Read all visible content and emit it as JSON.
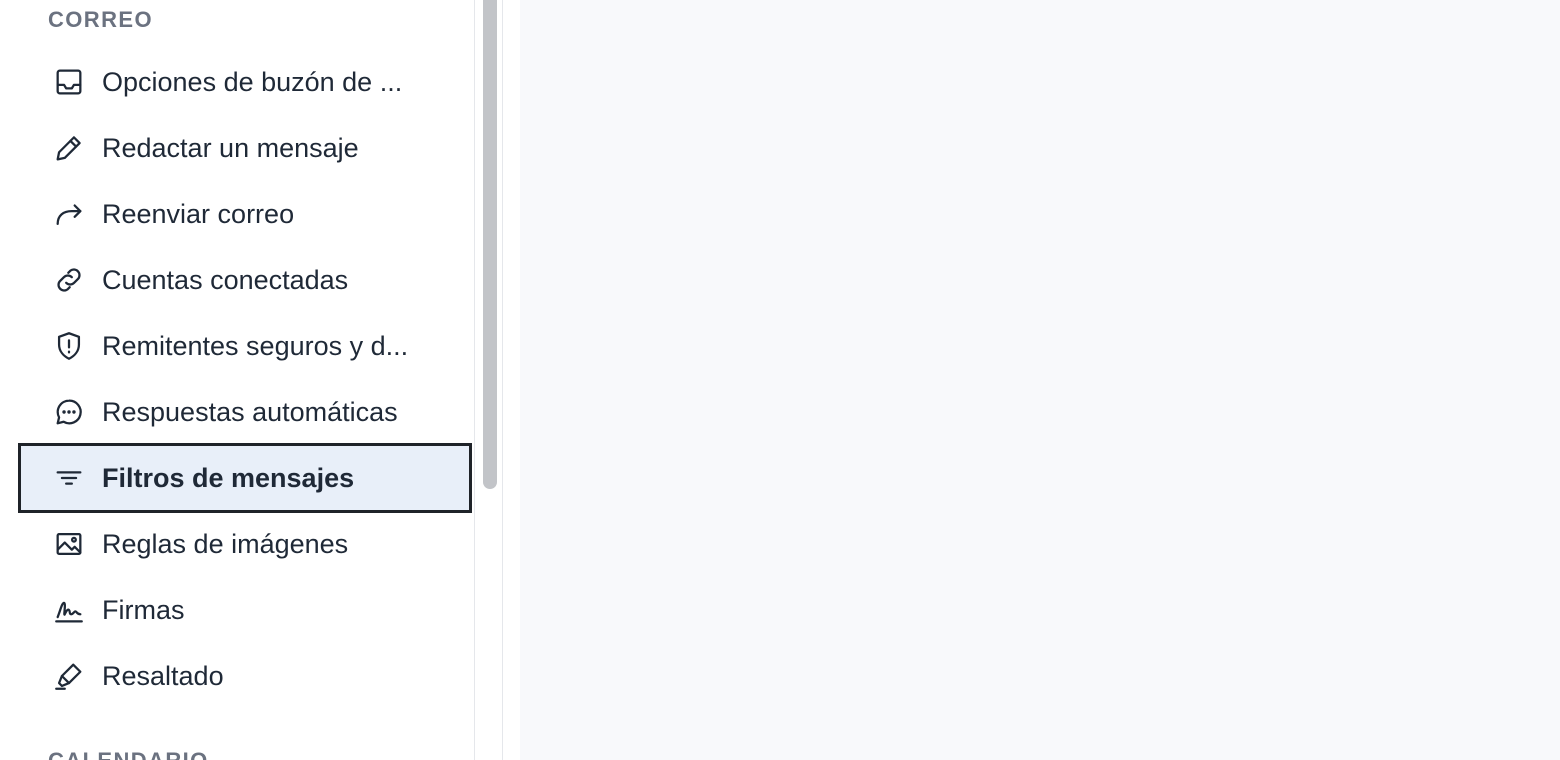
{
  "sidebar": {
    "section_correo": "CORREO",
    "section_calendario": "CALENDARIO",
    "items": [
      {
        "label": "Opciones de buzón de ...",
        "icon": "inbox-icon",
        "active": false
      },
      {
        "label": "Redactar un mensaje",
        "icon": "pencil-icon",
        "active": false
      },
      {
        "label": "Reenviar correo",
        "icon": "forward-arrow-icon",
        "active": false
      },
      {
        "label": "Cuentas conectadas",
        "icon": "link-icon",
        "active": false
      },
      {
        "label": "Remitentes seguros y d...",
        "icon": "shield-alert-icon",
        "active": false
      },
      {
        "label": "Respuestas automáticas",
        "icon": "chat-bubble-icon",
        "active": false
      },
      {
        "label": "Filtros de mensajes",
        "icon": "filter-icon",
        "active": true
      },
      {
        "label": "Reglas de imágenes",
        "icon": "image-icon",
        "active": false
      },
      {
        "label": "Firmas",
        "icon": "signature-icon",
        "active": false
      },
      {
        "label": "Resaltado",
        "icon": "highlighter-icon",
        "active": false
      }
    ]
  },
  "colors": {
    "active_background": "#e8eff9",
    "active_border": "#1f2329",
    "content_background": "#f8f9fb",
    "heading_text": "#6b7280",
    "item_text": "#1f2937"
  }
}
